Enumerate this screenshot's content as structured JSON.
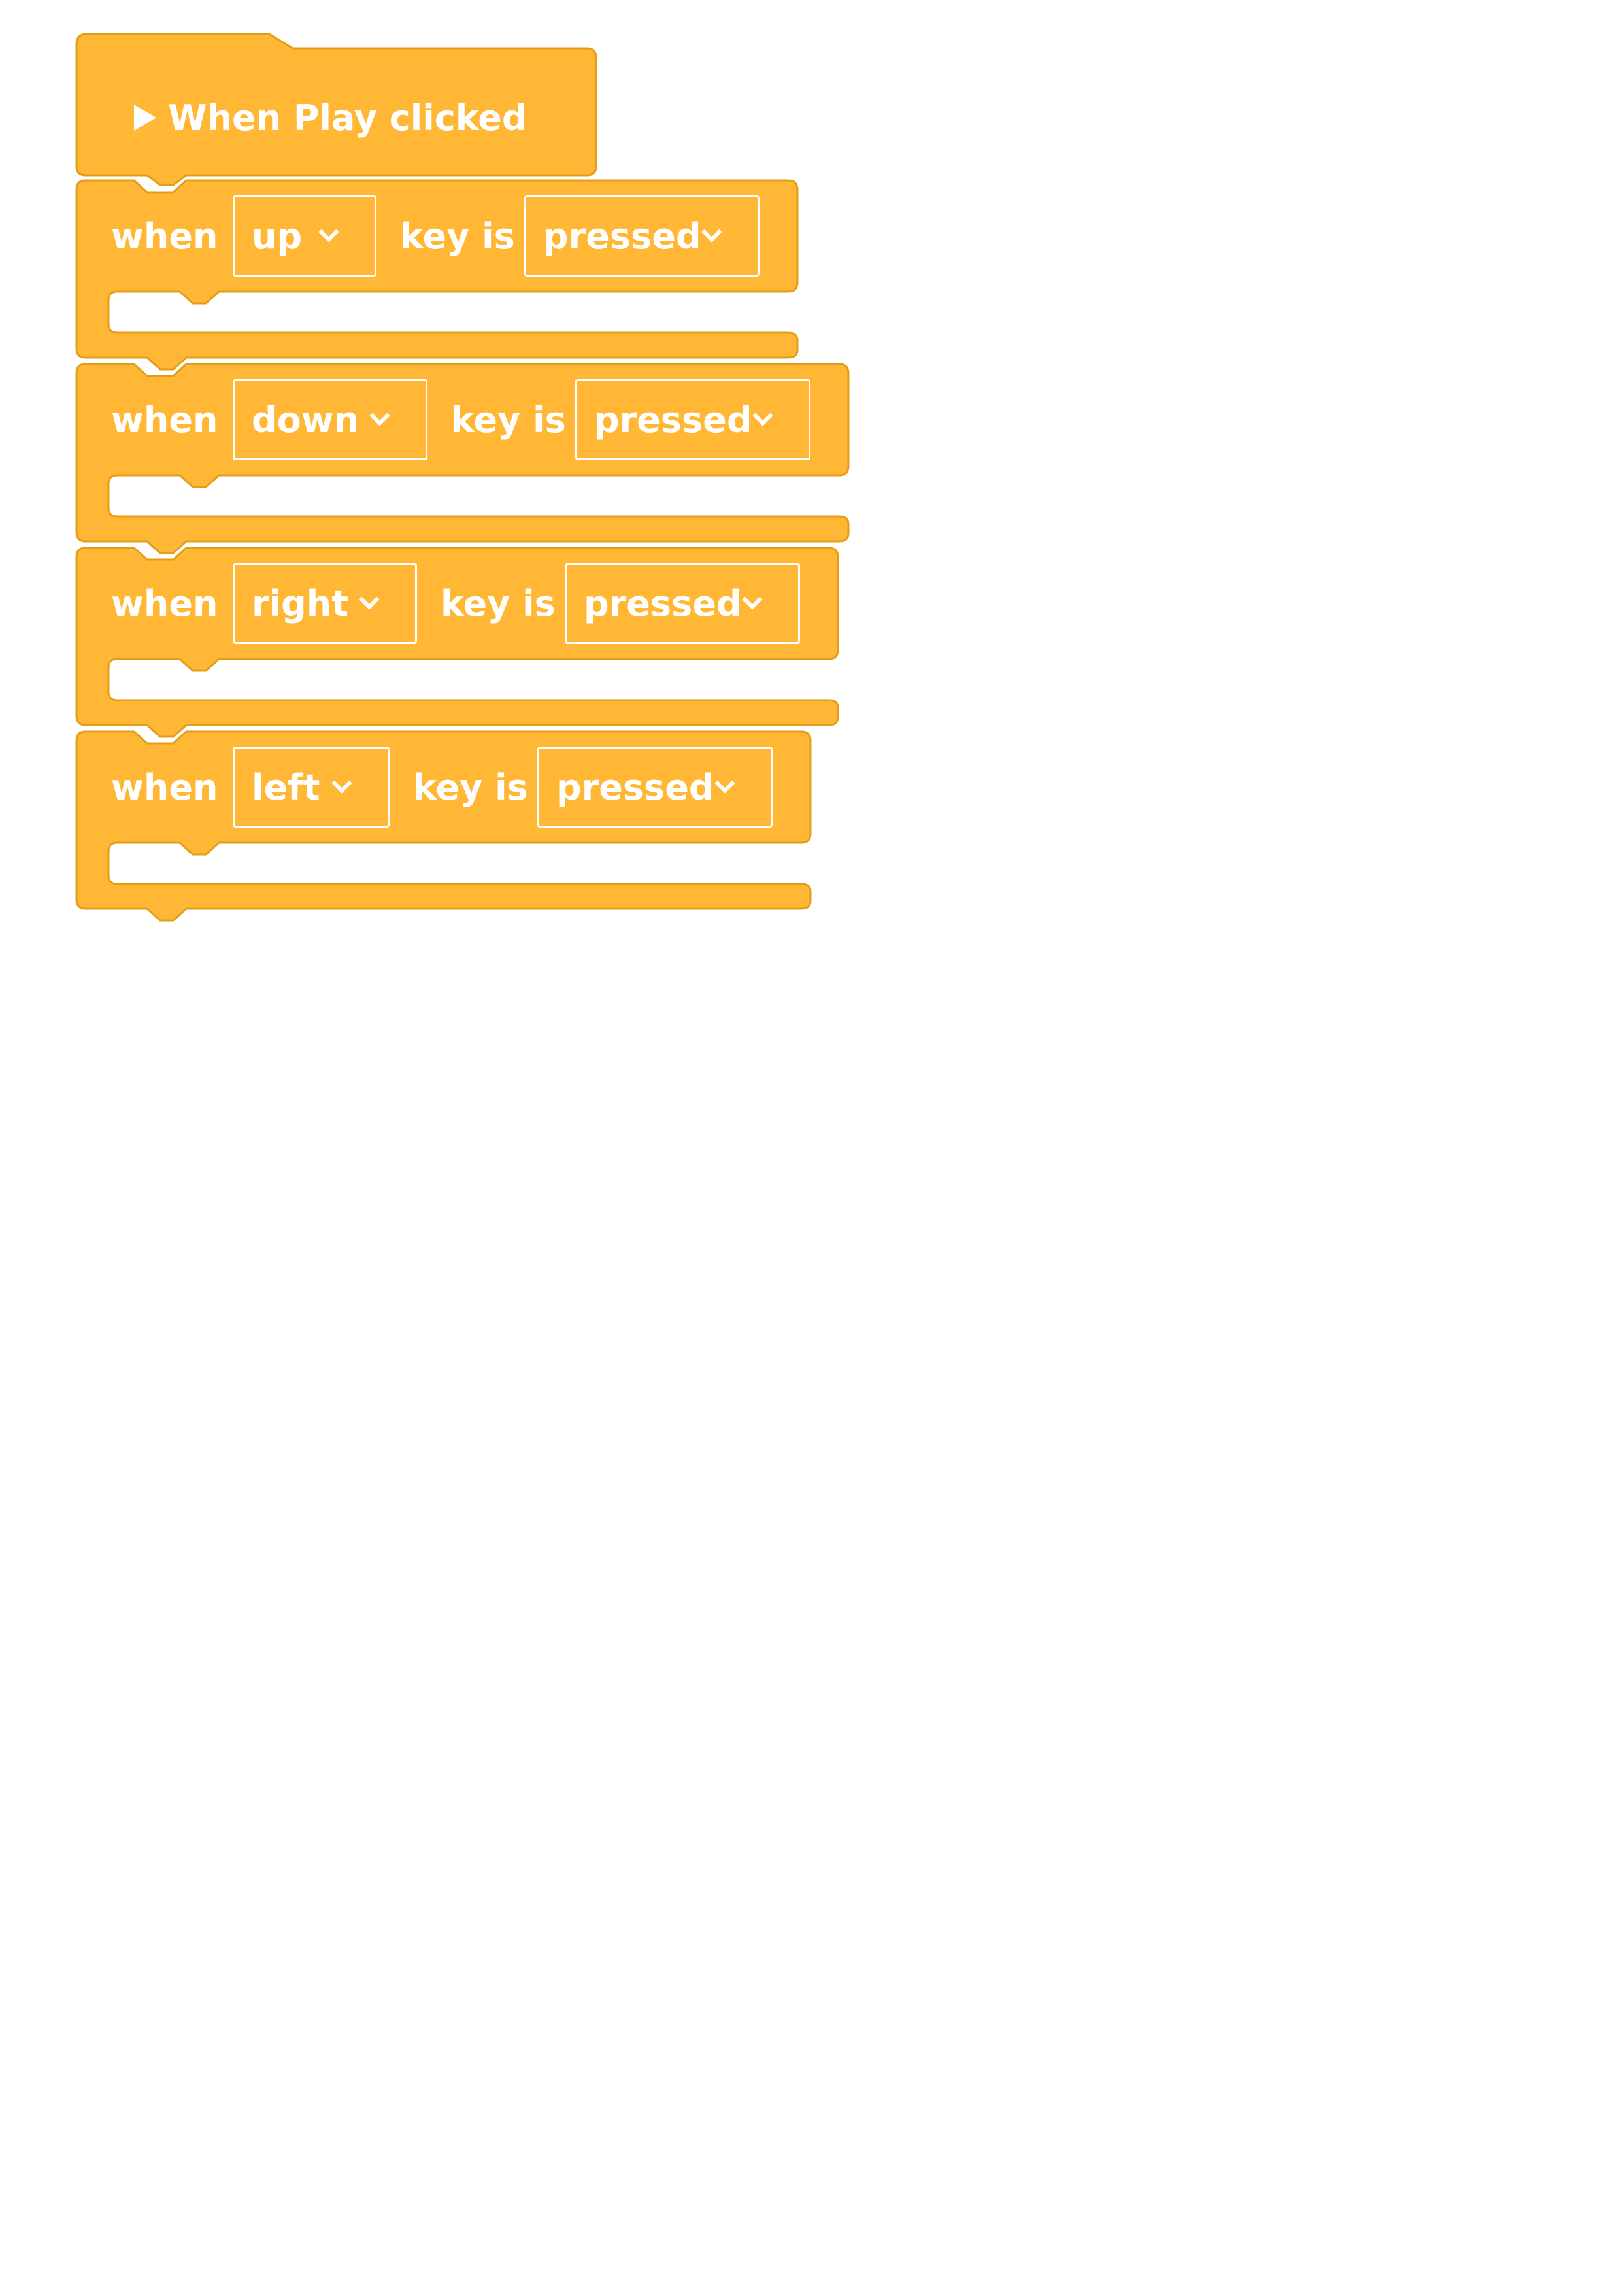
{
  "hat": {
    "label": "When Play clicked",
    "icon": "play-icon"
  },
  "events": [
    {
      "when_label": "when",
      "key": "up",
      "keyis_label": "key is",
      "state": "pressed"
    },
    {
      "when_label": "when",
      "key": "down",
      "keyis_label": "key is",
      "state": "pressed"
    },
    {
      "when_label": "when",
      "key": "right",
      "keyis_label": "key is",
      "state": "pressed"
    },
    {
      "when_label": "when",
      "key": "left",
      "keyis_label": "key is",
      "state": "pressed"
    }
  ],
  "colors": {
    "block_fill": "#FFB735",
    "block_stroke": "#E39E17",
    "text": "#FFFFFF",
    "background": "#FFFFFF"
  }
}
